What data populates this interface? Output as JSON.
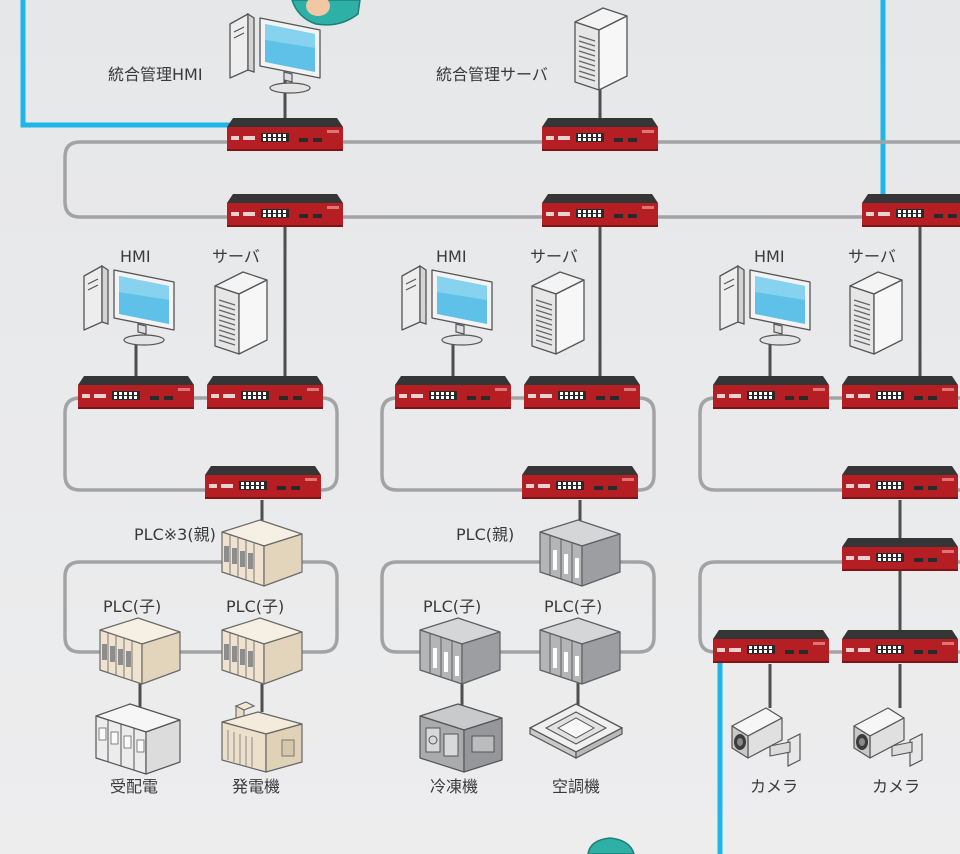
{
  "labels": {
    "integrated_hmi": "統合管理HMI",
    "integrated_server": "統合管理サーバ",
    "hmi": "HMI",
    "server": "サーバ",
    "plc_parent_note": "PLC※3(親)",
    "plc_parent": "PLC(親)",
    "plc_child": "PLC(子)",
    "power_receiving": "受配電",
    "generator": "発電機",
    "refrigerator": "冷凍機",
    "air_conditioner": "空調機",
    "camera": "カメラ"
  },
  "colors": {
    "uplink": "#1eb6ea",
    "ring": "#a2a3a5",
    "drop": "#4d4e50",
    "switch_body": "#b51f24",
    "switch_top": "#353536",
    "pc_screen": "#5fc1e8",
    "plc_beige": "#efe3cf",
    "plc_gray": "#a3a5a7"
  },
  "icons": [
    "switch-icon",
    "pc-icon",
    "server-icon",
    "plc-icon",
    "power-receiving-icon",
    "generator-icon",
    "refrigerator-icon",
    "air-conditioner-icon",
    "camera-icon",
    "person-icon"
  ]
}
